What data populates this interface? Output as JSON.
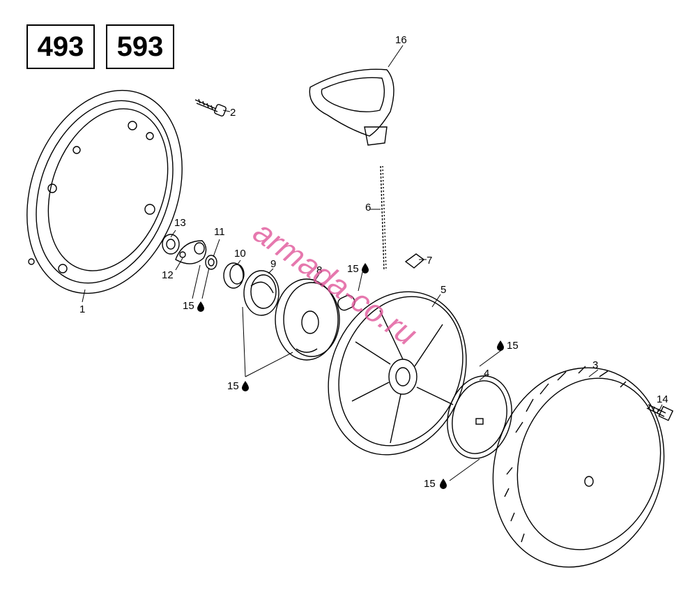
{
  "models": [
    "493",
    "593"
  ],
  "watermark": {
    "text": "armada-co.ru",
    "color": "#e0569a"
  },
  "lube_symbol": "drop-icon",
  "callouts": [
    {
      "id": "1",
      "text": "1"
    },
    {
      "id": "2",
      "text": "2"
    },
    {
      "id": "3",
      "text": "3"
    },
    {
      "id": "4",
      "text": "4"
    },
    {
      "id": "5",
      "text": "5"
    },
    {
      "id": "6",
      "text": "6"
    },
    {
      "id": "7",
      "text": "7"
    },
    {
      "id": "8",
      "text": "8"
    },
    {
      "id": "9",
      "text": "9"
    },
    {
      "id": "10",
      "text": "10"
    },
    {
      "id": "11",
      "text": "11"
    },
    {
      "id": "12",
      "text": "12"
    },
    {
      "id": "13",
      "text": "13"
    },
    {
      "id": "14",
      "text": "14"
    },
    {
      "id": "16",
      "text": "16"
    },
    {
      "id": "15a",
      "text": "15"
    },
    {
      "id": "15b",
      "text": "15"
    },
    {
      "id": "15c",
      "text": "15"
    },
    {
      "id": "15d",
      "text": "15"
    },
    {
      "id": "15e",
      "text": "15"
    }
  ]
}
